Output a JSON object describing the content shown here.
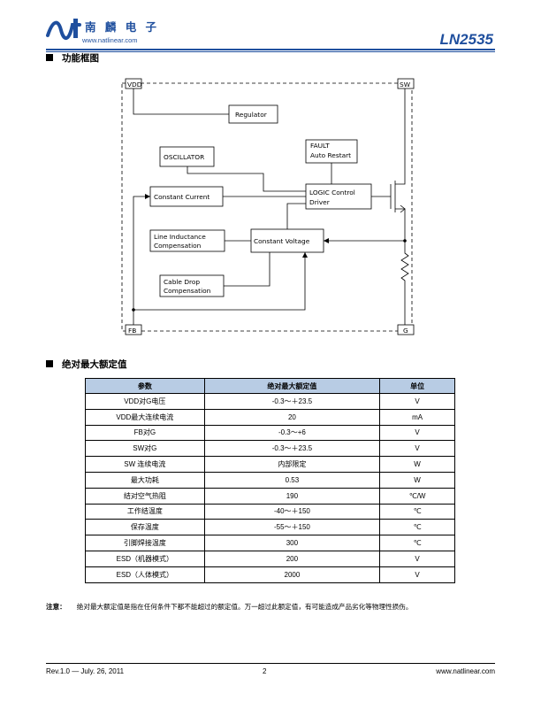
{
  "header": {
    "company_cn": "南 麟 电 子",
    "website": "www.natlinear.com",
    "part_number": "LN2535"
  },
  "section_block": {
    "title": "功能框图"
  },
  "diagram": {
    "pins": {
      "vdd": "VDD",
      "sw": "SW",
      "fb": "FB",
      "g": "G"
    },
    "blocks": {
      "regulator": "Regulator",
      "oscillator": "OSCILLATOR",
      "fault_line1": "FAULT",
      "fault_line2": "Auto Restart",
      "constant_current": "Constant Current",
      "logic_line1": "LOGIC Control",
      "logic_line2": "Driver",
      "line_ind_line1": "Line Inductance",
      "line_ind_line2": "Compensation",
      "constant_voltage": "Constant Voltage",
      "cable_line1": "Cable Drop",
      "cable_line2": "Compensation"
    }
  },
  "section_ratings": {
    "title": "绝对最大额定值"
  },
  "table": {
    "headers": [
      "参数",
      "绝对最大额定值",
      "单位"
    ],
    "rows": [
      [
        "VDD对G电压",
        "-0.3～＋23.5",
        "V"
      ],
      [
        "VDD最大连续电流",
        "20",
        "mA"
      ],
      [
        "FB对G",
        "-0.3～+6",
        "V"
      ],
      [
        "SW对G",
        "-0.3～＋23.5",
        "V"
      ],
      [
        "SW 连续电流",
        "内部限定",
        "W"
      ],
      [
        "最大功耗",
        "0.53",
        "W"
      ],
      [
        "结对空气热阻",
        "190",
        "℃/W"
      ],
      [
        "工作结温度",
        "-40～＋150",
        "℃"
      ],
      [
        "保存温度",
        "-55～＋150",
        "℃"
      ],
      [
        "引脚焊接温度",
        "300",
        "℃"
      ],
      [
        "ESD（机器模式）",
        "200",
        "V"
      ],
      [
        "ESD（人体模式）",
        "2000",
        "V"
      ]
    ]
  },
  "note": {
    "label": "注意：",
    "text": "绝对最大额定值是指在任何条件下都不能超过的额定值。万一超过此额定值，有可能造成产品劣化等物理性损伤。"
  },
  "footer": {
    "revision": "Rev.1.0 — July. 26, 2011",
    "page": "2",
    "website": "www.natlinear.com"
  },
  "colors": {
    "brand_blue": "#1f4f9e",
    "table_header": "#b8cce4"
  }
}
